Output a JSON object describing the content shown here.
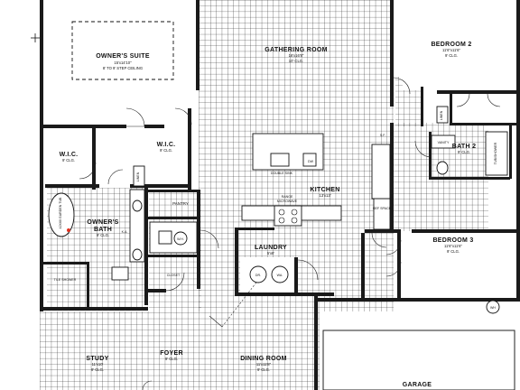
{
  "plan": {
    "rooms": {
      "owners_suite": {
        "name": "OWNER'S SUITE",
        "dims": "15'x14'10\"",
        "note": "8' TO 9' STEP CEILING"
      },
      "gathering_room": {
        "name": "GATHERING ROOM",
        "dims": "16'x16'8\"",
        "note": "10' CLG."
      },
      "bedroom2": {
        "name": "BEDROOM 2",
        "dims": "11'6\"x11'6\"",
        "note": "9' CLG."
      },
      "wic_left": {
        "name": "W.I.C.",
        "note": "9' CLG."
      },
      "wic_right": {
        "name": "W.I.C.",
        "note": "9' CLG."
      },
      "owners_bath": {
        "name": "OWNER'S",
        "name2": "BATH",
        "note": "9' CLG."
      },
      "pantry": {
        "name": "PANTRY"
      },
      "kitchen": {
        "name": "KITCHEN",
        "dims": "13'x13'"
      },
      "laundry": {
        "name": "LAUNDRY",
        "dims": "5'x8'"
      },
      "bath2": {
        "name": "BATH 2",
        "note": "9' CLG."
      },
      "bedroom3": {
        "name": "BEDROOM 3",
        "dims": "11'6\"x11'6\"",
        "note": "9' CLG."
      },
      "foyer": {
        "name": "FOYER",
        "note": "9' CLG."
      },
      "dining_room": {
        "name": "DINING ROOM",
        "dims": "11'x11'8\"",
        "note": "9' CLG."
      },
      "study": {
        "name": "STUDY",
        "dims": "11'x10'",
        "note": "9' CLG."
      },
      "garage": {
        "name": "GARAGE"
      }
    },
    "fixtures": {
      "garden_tub": "42X60 GARDEN TUB",
      "tile_shower": "TILE SHOWER",
      "linen_left": "LINEN",
      "linen_right": "LINEN",
      "closet": "CLOSET",
      "double_sink": "DOUBLE SINK",
      "dw": "DW",
      "range": "RANGE",
      "microwave": "MICROWAVE",
      "ka": "K.A.",
      "wh": "W.H.",
      "dr": "DR.",
      "wa": "WA.",
      "ref_space": "REF SPACE",
      "sf": "S.F.",
      "wh_right": "WH",
      "tub_shower": "TUB/SHOWER",
      "vanity": "VANITY"
    }
  }
}
